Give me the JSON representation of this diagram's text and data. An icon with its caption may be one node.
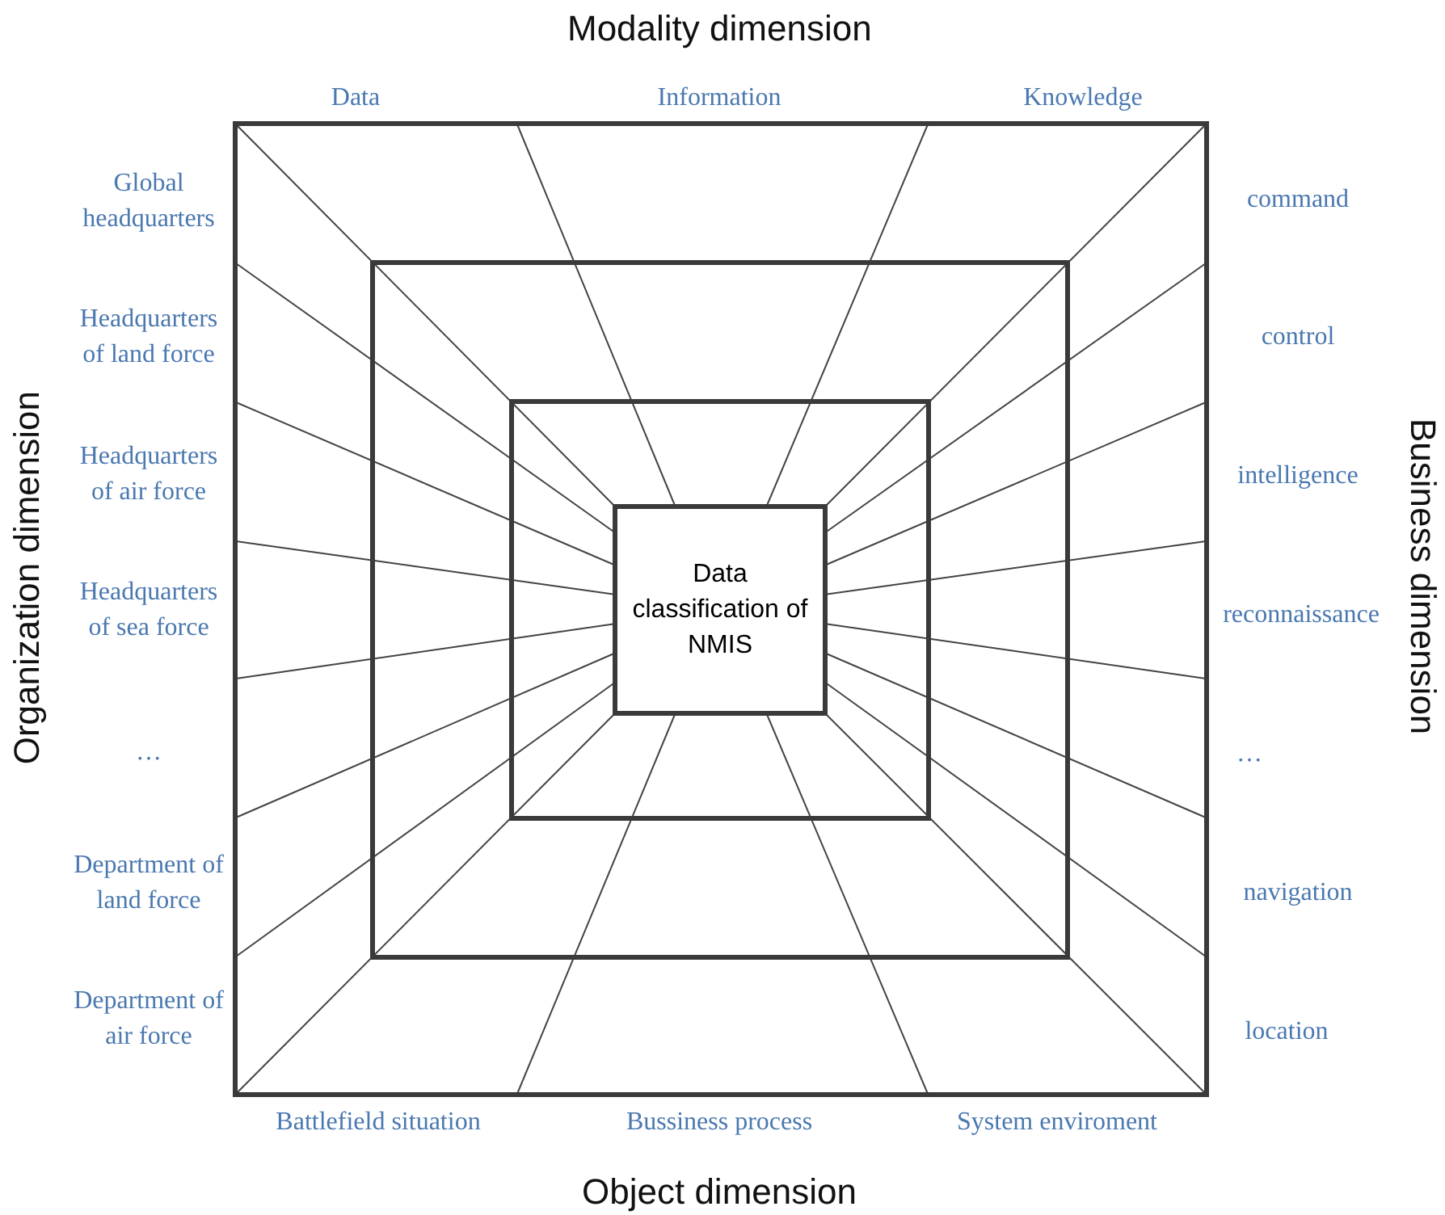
{
  "diagram": {
    "nodes": [
      {
        "text": [],
        "shape": "box"
      },
      {
        "text": [],
        "shape": "box",
        "in": 0
      },
      {
        "text": [],
        "shape": "box",
        "in": 1
      },
      {
        "text": [
          "Data classification of NMIS"
        ],
        "in": 2
      }
    ],
    "labels": [
      "Modality dimension",
      "Data",
      "Information",
      "Knowledge",
      "Global headquarters",
      "command",
      "Headquarters of land force",
      "control",
      "Headquarters of air force",
      "intelligence",
      "Headquarters of sea force",
      "reconnaissance",
      "…",
      "…",
      "Department of land force",
      "navigation",
      "Department of air force",
      "location",
      "Battlefield situation",
      "Bussiness process",
      "System enviroment",
      "Object dimension",
      "Organization dimension",
      "Business dimension"
    ]
  }
}
